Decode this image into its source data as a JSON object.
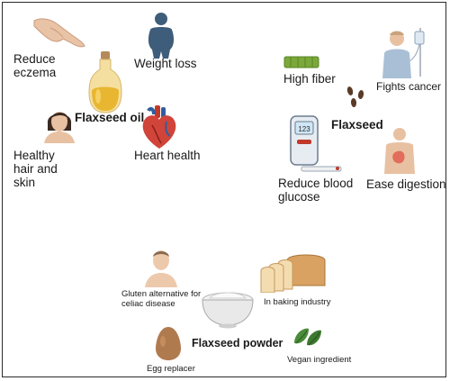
{
  "flaxseed_oil": {
    "title": "Flaxseed oil",
    "benefits": {
      "eczema": "Reduce eczema",
      "weight": "Weight loss",
      "hair": "Healthy hair and skin",
      "heart": "Heart health"
    }
  },
  "flaxseed": {
    "title": "Flaxseed",
    "benefits": {
      "fiber": "High fiber",
      "cancer": "Fights cancer",
      "glucose": "Reduce blood glucose",
      "digestion": "Ease digestion"
    }
  },
  "flaxseed_powder": {
    "title": "Flaxseed powder",
    "uses": {
      "gluten": "Gluten alternative for celiac disease",
      "baking": "In baking industry",
      "egg": "Egg replacer",
      "vegan": "Vegan ingredient"
    }
  },
  "icons": [
    "hand-icon",
    "body-silhouette-icon",
    "oil-bottle-icon",
    "woman-portrait-icon",
    "heart-icon",
    "fiber-stick-icon",
    "seeds-icon",
    "patient-iv-icon",
    "glucose-meter-icon",
    "stomach-torso-icon",
    "man-portrait-icon",
    "powder-bowl-icon",
    "bread-icon",
    "egg-icon",
    "leaves-icon"
  ]
}
